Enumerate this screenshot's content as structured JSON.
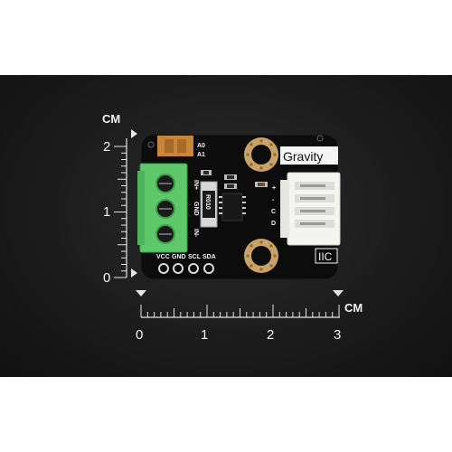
{
  "scene": "photo",
  "vertical_ruler": {
    "unit": "CM",
    "ticks": [
      "2",
      "1",
      "0"
    ]
  },
  "horizontal_ruler": {
    "unit": "CM",
    "ticks": [
      "0",
      "1",
      "2",
      "3"
    ]
  },
  "board": {
    "brand": "Gravity",
    "bus": "IIC",
    "switch_labels": [
      "A0",
      "A1"
    ],
    "pin_labels": [
      "VCC",
      "GND",
      "SCL",
      "SDA"
    ],
    "connector_labels": [
      "+",
      "-",
      "C",
      "D"
    ],
    "terminal_labels": [
      "IN+",
      "GND",
      "IN-"
    ],
    "resistor_marking": "R010",
    "colors": {
      "pcb": "#0c0c0c",
      "terminal_block": "#5fc86a",
      "connector": "#f4f4f0",
      "mount_hole": "#c8a266",
      "dip_switch": "#c7863a"
    }
  }
}
